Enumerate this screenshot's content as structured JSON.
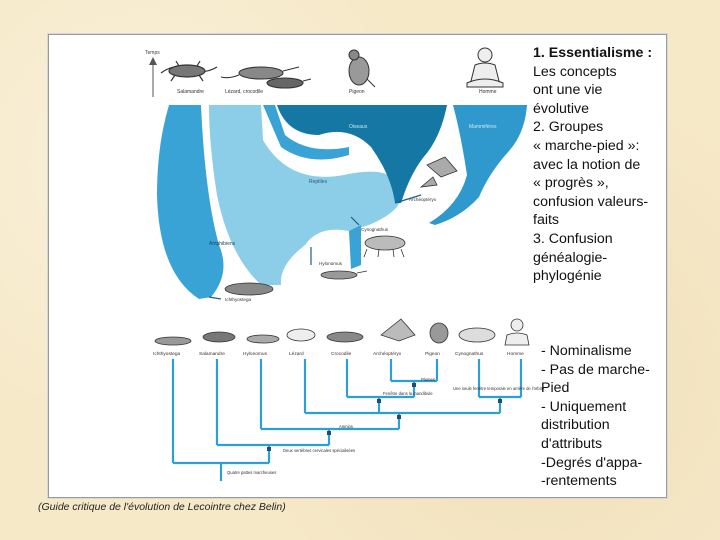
{
  "colors": {
    "light_blue": "#8ccde8",
    "mid_blue": "#3aa3d6",
    "dark_teal": "#1577a4",
    "line_blue": "#2c9fd6"
  },
  "top_diagram": {
    "axis_label": "Temps",
    "species": [
      "Salamandre",
      "Lézard, crocodile",
      "Pigeon",
      "Homme"
    ],
    "groups": [
      "Oiseaux",
      "Mammifères",
      "Reptiles",
      "Amphibiens"
    ],
    "ancestors": [
      "Archéoptéryx",
      "Cynognathus",
      "Hylonomus",
      "Ichthyostega"
    ]
  },
  "bottom_diagram": {
    "taxa": [
      "Ichthyostega",
      "Salamandre",
      "Hylonomus",
      "Lézard",
      "Crocodile",
      "Archéoptéryx",
      "Pigeon",
      "Cynognathus",
      "Homme"
    ],
    "characters": [
      "Plumes",
      "Une seule fenêtre temporale en arrière de l'orbite",
      "Fenêtre dans la mandibule",
      "Amnios",
      "Deux vertèbres cervicales spécialisées",
      "Quatre pattes marcheuses"
    ]
  },
  "right_text_top": [
    "1. Essentialisme :",
    "Les concepts",
    "ont une vie",
    "évolutive",
    "2. Groupes",
    "« marche-pied »:",
    "avec la notion de",
    "« progrès »,",
    "confusion valeurs-",
    "faits",
    "3. Confusion",
    "généalogie-",
    "phylogénie"
  ],
  "right_text_bottom": [
    "- Nominalisme",
    "- Pas de marche-",
    "Pied",
    "- Uniquement",
    "distribution",
    "d'attributs",
    "-Degrés d'appa-",
    "-rentements"
  ],
  "caption": "(Guide critique de l'évolution de Lecointre chez Belin)"
}
